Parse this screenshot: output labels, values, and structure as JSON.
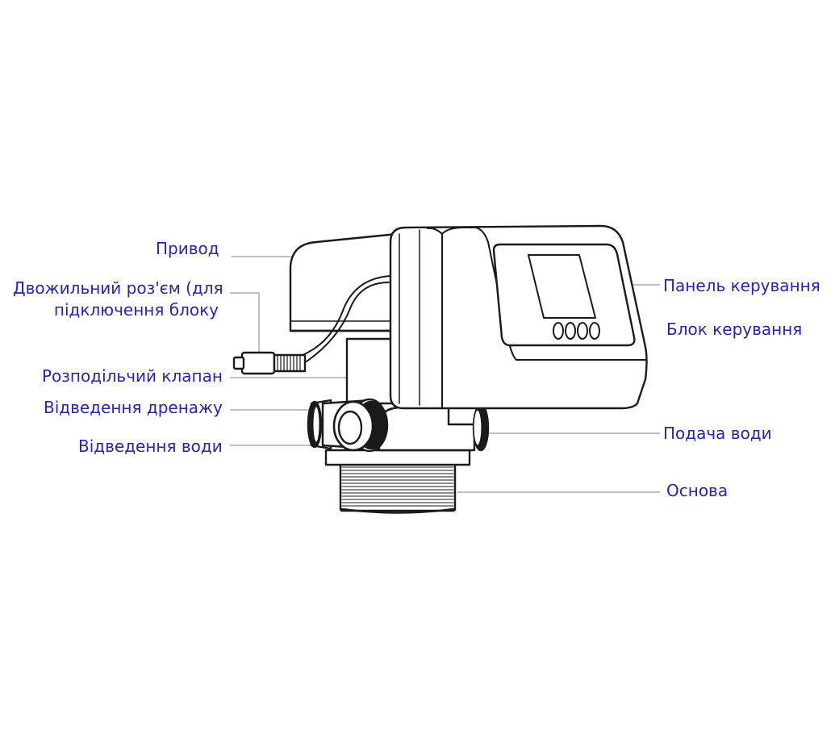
{
  "colors": {
    "label_text": "#2626a8",
    "leader_line": "#9a9a9a",
    "outline": "#1a1a1a",
    "background": "#ffffff"
  },
  "labels": {
    "actuator": "Привод",
    "connector_line1": "Двожильний роз'єм (для",
    "connector_line2": "підключення блоку",
    "distribution_valve": "Розподільчий клапан",
    "drain_outlet": "Відведення дренажу",
    "water_outlet": "Відведення води",
    "control_panel": "Панель керування",
    "control_unit": "Блок керування",
    "water_inlet": "Подача води",
    "base": "Основа"
  }
}
